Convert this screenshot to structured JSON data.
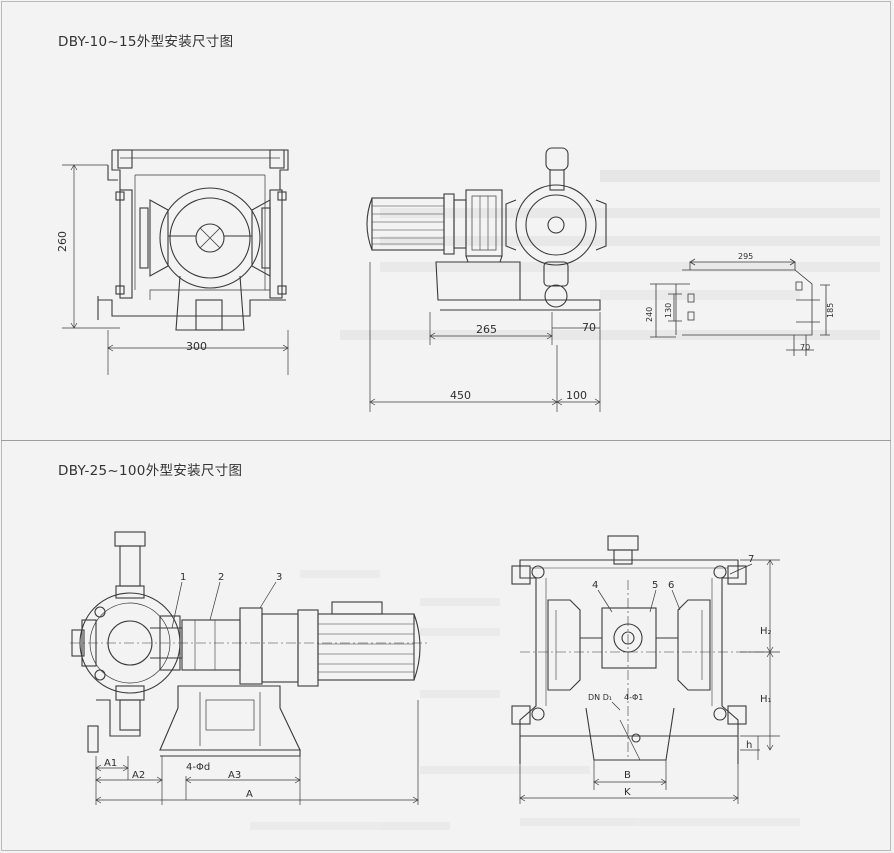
{
  "titles": {
    "top": "DBY-10~15外型安装尺寸图",
    "bottom": "DBY-25~100外型安装尺寸图"
  },
  "top_front_view": {
    "height_dim": "260",
    "width_dim": "300"
  },
  "top_motor_view": {
    "dim_265": "265",
    "dim_70": "70",
    "dim_450": "450",
    "dim_100": "100"
  },
  "top_base_detail": {
    "dim_295": "295",
    "dim_240": "240",
    "dim_130": "130",
    "dim_185": "185",
    "dim_70": "70"
  },
  "bottom_side_view": {
    "callouts": [
      "1",
      "2",
      "3"
    ],
    "dim_A1": "A1",
    "dim_A2": "A2",
    "dim_A3": "A3",
    "dim_A": "A",
    "bolt_label": "4-Φd"
  },
  "bottom_front_view": {
    "callouts": [
      "4",
      "5",
      "6",
      "7"
    ],
    "dn_label": "DN D₁",
    "bolt_label": "4-Φ1",
    "dim_H2": "H₂",
    "dim_H1": "H₁",
    "dim_h": "h",
    "dim_B": "B",
    "dim_K": "K"
  }
}
